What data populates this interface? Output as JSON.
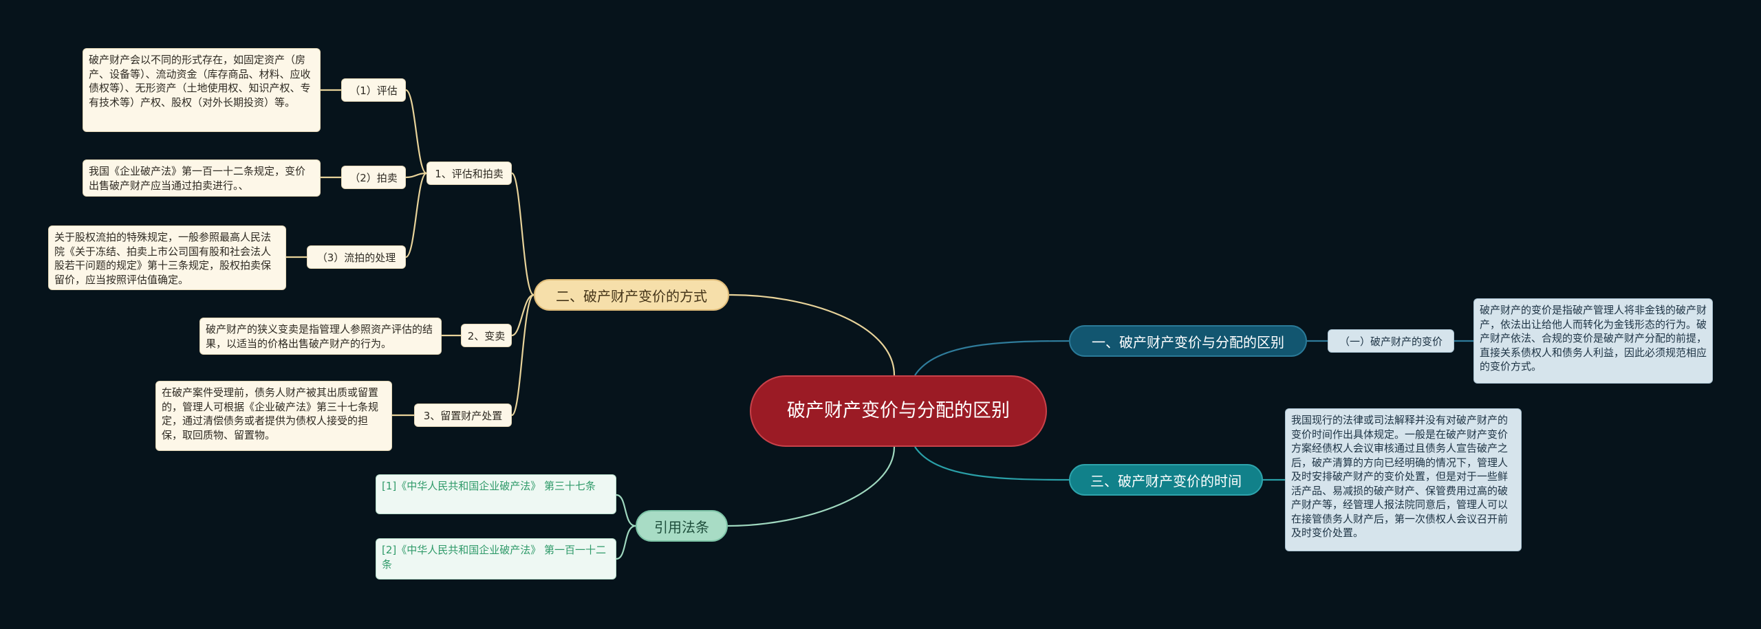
{
  "root": {
    "label": "破产财产变价与分配的区别"
  },
  "branches": {
    "method": {
      "label": "二、破产财产变价的方式",
      "children": {
        "assess_auction": {
          "label": "1、评估和拍卖",
          "items": [
            {
              "label": "（1）评估",
              "text": "破产财产会以不同的形式存在，如固定资产（房产、设备等）、流动资金（库存商品、材料、应收债权等）、无形资产（土地使用权、知识产权、专有技术等）产权、股权（对外长期投资）等。"
            },
            {
              "label": "（2）拍卖",
              "text": "我国《企业破产法》第一百一十二条规定，变价出售破产财产应当通过拍卖进行。、"
            },
            {
              "label": "（3）流拍的处理",
              "text": "关于股权流拍的特殊规定，一般参照最高人民法院《关于冻结、拍卖上市公司国有股和社会法人股若干问题的规定》第十三条规定，股权拍卖保留价，应当按照评估值确定。"
            }
          ]
        },
        "sale": {
          "label": "2、变卖",
          "text": "破产财产的狭义变卖是指管理人参照资产评估的结果，以适当的价格出售破产财产的行为。"
        },
        "retain": {
          "label": "3、留置财产处置",
          "text": "在破产案件受理前，债务人财产被其出质或留置的，管理人可根据《企业破产法》第三十七条规定，通过清偿债务或者提供为债权人接受的担保，取回质物、留置物。"
        }
      }
    },
    "difference": {
      "label": "一、破产财产变价与分配的区别",
      "sub_label": "（一）破产财产的变价",
      "text": "破产财产的变价是指破产管理人将非金钱的破产财产，依法出让给他人而转化为金钱形态的行为。破产财产依法、合规的变价是破产财产分配的前提，直接关系债权人和债务人利益，因此必须规范相应的变价方式。"
    },
    "time": {
      "label": "三、破产财产变价的时间",
      "text": "我国现行的法律或司法解释并没有对破产财产的变价时间作出具体规定。一般是在破产财产变价方案经债权人会议审核通过且债务人宣告破产之后，破产清算的方向已经明确的情况下，管理人及时安排破产财产的变价处置，但是对于一些鲜活产品、易减损的破产财产、保管费用过高的破产财产等，经管理人报法院同意后，管理人可以在接管债务人财产后，第一次债权人会议召开前及时变价处置。"
    },
    "laws": {
      "label": "引用法条",
      "items": [
        "[1]《中华人民共和国企业破产法》 第三十七条",
        "[2]《中华人民共和国企业破产法》 第一百一十二条"
      ]
    }
  },
  "colors": {
    "background": "#06131b",
    "root": "#9b1b25",
    "method_branch": "#f6dfaa",
    "difference_branch": "#125670",
    "time_branch": "#11818a",
    "laws_branch": "#a8dcc5",
    "link_beige": "#e8d39a",
    "link_blue": "#2f7c9b",
    "link_teal": "#2aa0a8",
    "link_mint": "#9fd8bf"
  }
}
